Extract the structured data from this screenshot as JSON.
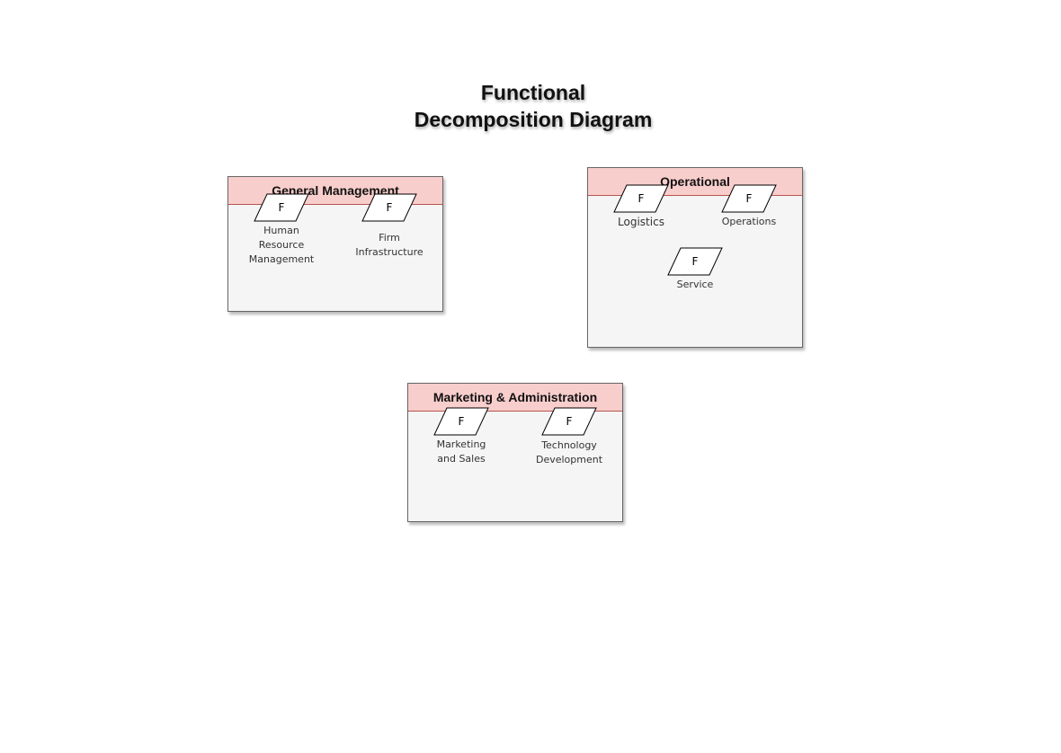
{
  "title": {
    "line1": "Functional",
    "line2": "Decomposition Diagram"
  },
  "colors": {
    "header_fill": "#f8cecc",
    "header_border": "#b85450",
    "body_fill": "#f5f5f5",
    "body_border": "#666666"
  },
  "groups": {
    "general_management": {
      "label": "General Management",
      "functions": [
        {
          "symbol": "F",
          "label": "Human\nResource\nManagement"
        },
        {
          "symbol": "F",
          "label": "Firm\nInfrastructure"
        }
      ]
    },
    "operational": {
      "label": "Operational",
      "functions": [
        {
          "symbol": "F",
          "label": "Logistics"
        },
        {
          "symbol": "F",
          "label": "Operations"
        },
        {
          "symbol": "F",
          "label": "Service"
        }
      ]
    },
    "marketing_administration": {
      "label": "Marketing & Administration",
      "functions": [
        {
          "symbol": "F",
          "label": "Marketing\nand Sales"
        },
        {
          "symbol": "F",
          "label": "Technology\nDevelopment"
        }
      ]
    }
  }
}
